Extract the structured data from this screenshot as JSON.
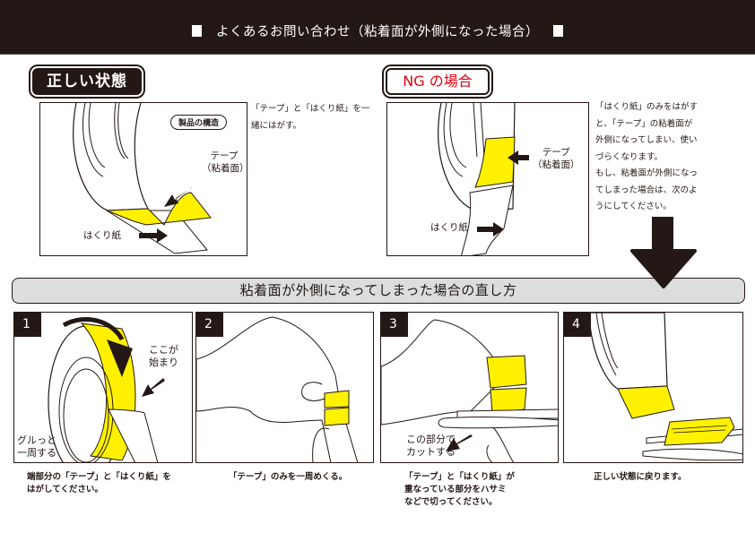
{
  "header": {
    "title": "よくあるお問い合わせ（粘着面が外側になった場合）"
  },
  "correct_state": {
    "label": "正しい状態",
    "structure_tag": "製品の構造",
    "tape_label_line1": "テープ",
    "tape_label_line2": "（粘着面）",
    "liner_label": "はくり紙",
    "description": "「テープ」と「はくり紙」を一緒にはがす。"
  },
  "ng_state": {
    "label": "NG の場合",
    "tape_label_line1": "テープ",
    "tape_label_line2": "（粘着面）",
    "liner_label": "はくり紙",
    "description_lines": [
      "「はくり紙」のみをはがす",
      "と、「テープ」の粘着面が",
      "外側になってしまい、使い",
      "づらくなります。",
      "もし、粘着面が外側になっ",
      "てしまった場合は、次のよ",
      "うにしてください。"
    ]
  },
  "fix_banner": {
    "title": "粘着面が外側になってしまった場合の直し方"
  },
  "steps": [
    {
      "number": "1",
      "notes": [
        "ここが",
        "始まり",
        "グルっと",
        "一周する"
      ],
      "caption_lines": [
        "端部分の「テープ」と「はくり紙」を",
        "はがしてください。"
      ]
    },
    {
      "number": "2",
      "caption_lines": [
        "「テープ」のみを一周めくる。"
      ]
    },
    {
      "number": "3",
      "notes": [
        "この部分で",
        "カットする"
      ],
      "caption_lines": [
        "「テープ」と「はくり紙」が",
        "重なっている部分をハサミ",
        "などで切ってください。"
      ]
    },
    {
      "number": "4",
      "caption_lines": [
        "正しい状態に戻ります。"
      ]
    }
  ],
  "colors": {
    "dark": "#231815",
    "tape_yellow": "#fff100",
    "ng_red": "#e60012",
    "banner_gray": "#dcdddd"
  }
}
